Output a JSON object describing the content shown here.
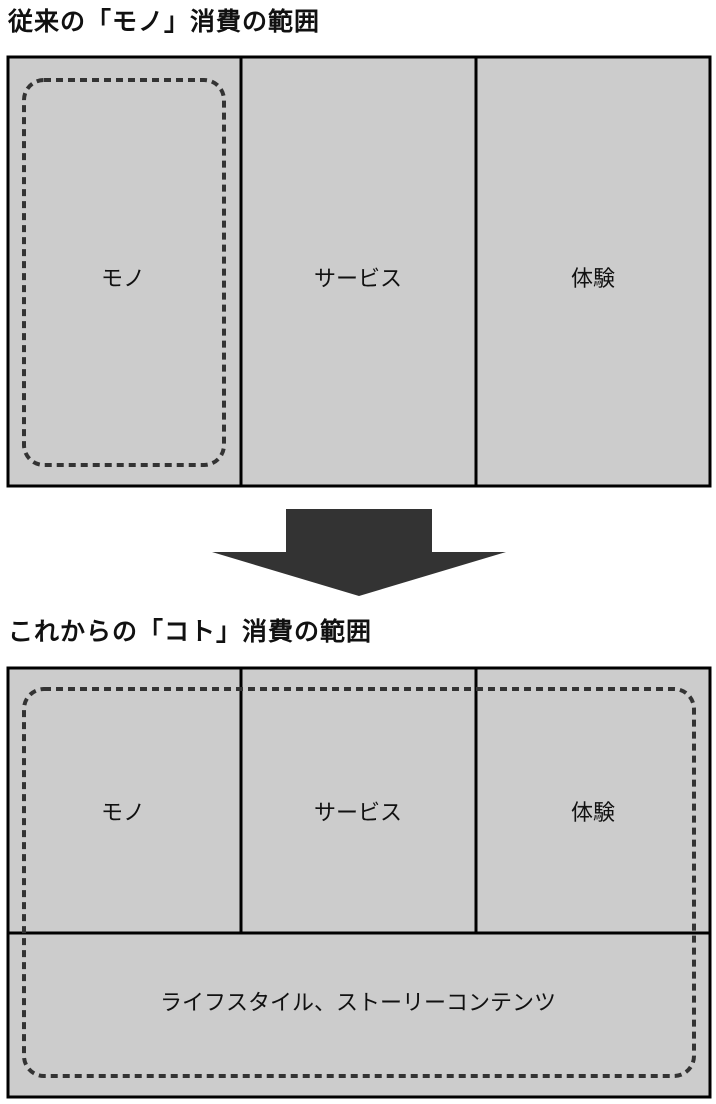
{
  "top": {
    "title": "従来の「モノ」消費の範囲",
    "cells": [
      "モノ",
      "サービス",
      "体験"
    ]
  },
  "bottom": {
    "title": "これからの「コト」消費の範囲",
    "cells": [
      "モノ",
      "サービス",
      "体験"
    ],
    "wide_cell": "ライフスタイル、ストーリーコンテンツ"
  },
  "colors": {
    "fill": "#cccccc",
    "border": "#000000",
    "dash": "#333333",
    "arrow": "#333333"
  }
}
